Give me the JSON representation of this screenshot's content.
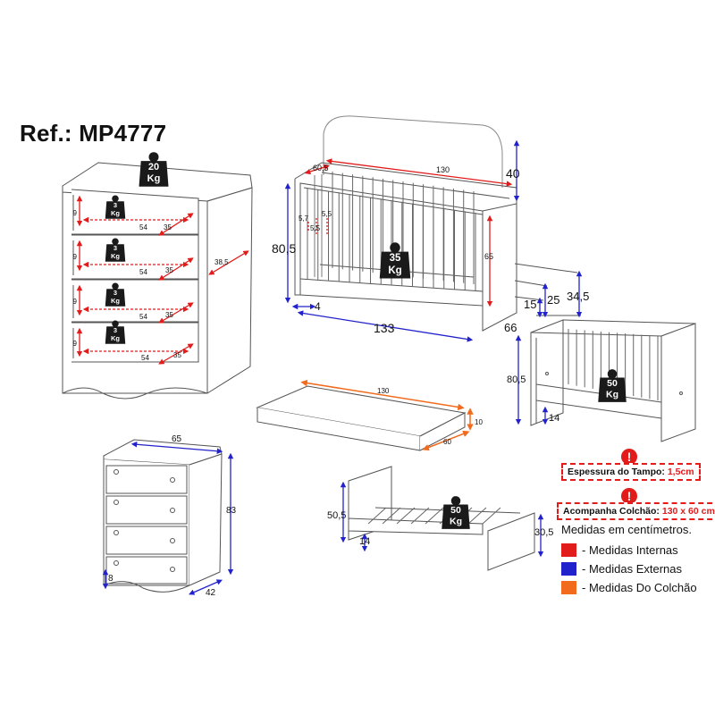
{
  "title": "Ref.: MP4777",
  "colors": {
    "internal": "#e21b1b",
    "external": "#2222cc",
    "mattress": "#f26a1b",
    "outline": "#555555",
    "weight_badge": "#1a1a1a"
  },
  "dresser_top": {
    "weight_total": {
      "value": "20",
      "unit": "Kg"
    },
    "drawer_weight": {
      "value": "3",
      "unit": "Kg"
    },
    "drawer_height": "9",
    "drawer_width": "54",
    "drawer_depth": "35",
    "side_depth": "38,5"
  },
  "dresser_bottom": {
    "width": "65",
    "height": "83",
    "depth": "42",
    "foot": "8"
  },
  "crib": {
    "width_ext": "133",
    "height_ext": "80,5",
    "depth_top": "60,5",
    "length_int": "130",
    "headboard": "40",
    "inner_height": "65",
    "foot": "4",
    "slat_gap_a": "5,7",
    "slat_gap_b": "5,5",
    "slat_gap_c": "5,5",
    "weight": {
      "value": "35",
      "unit": "Kg"
    }
  },
  "crib_side": {
    "d1": "15",
    "d2": "25",
    "d3": "34,5",
    "d4": "66"
  },
  "minibed": {
    "height": "80,5",
    "foot": "14",
    "weight": {
      "value": "50",
      "unit": "Kg"
    }
  },
  "mattress": {
    "length": "130",
    "width": "60",
    "thickness": "10"
  },
  "bed": {
    "height_left": "50,5",
    "height_right": "30,5",
    "foot": "14",
    "weight": {
      "value": "50",
      "unit": "Kg"
    }
  },
  "notes": {
    "top_thickness_label": "Espessura do Tampo:",
    "top_thickness_value": "1,5cm",
    "mattress_label": "Acompanha Colchão:",
    "mattress_value": "130 x 60 cm",
    "warning_glyph": "!"
  },
  "legend": {
    "title": "Medidas em centímetros.",
    "items": [
      {
        "label": "- Medidas Internas",
        "color": "#e21b1b"
      },
      {
        "label": "- Medidas Externas",
        "color": "#2222cc"
      },
      {
        "label": "- Medidas Do Colchão",
        "color": "#f26a1b"
      }
    ]
  }
}
